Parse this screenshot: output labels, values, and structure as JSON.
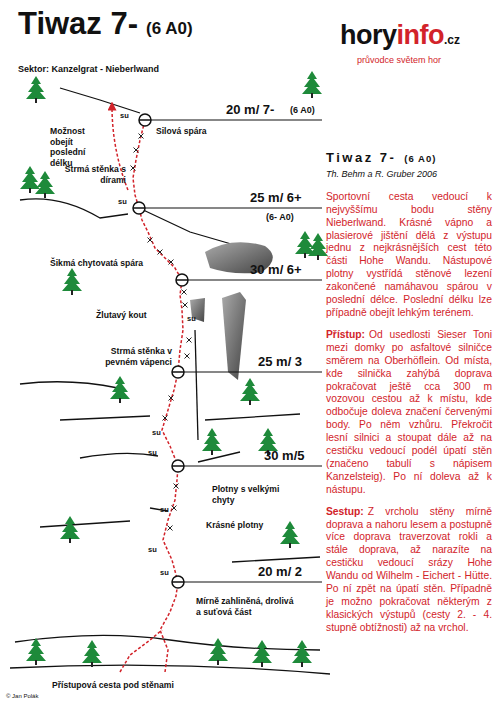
{
  "diagram": {
    "title": "Tiwaz 7-",
    "labels": [
      "(6 A0)",
      "Sektor: Kanzelgrat - Nieberlwand",
      "hory",
      "info",
      ".cz",
      "průvodce světem hor",
      "20 m/ 7-",
      "(6 A0)",
      "25 m/ 6+",
      "(6- A0)",
      "30 m/ 6+",
      "25 m/ 3",
      "30 m/5",
      "20 m/ 2",
      "Možnost obejít poslední délku",
      "Silová spára",
      "Strmá stěnka s dírami",
      "Šikmá chytovatá spára",
      "Žlutavý kout",
      "Strmá stěnka v pevném vápenci",
      "Plotny s velkými chyty",
      "Krásné plotny",
      "Mírně zahliněná, drolivá a suťová část",
      "Přístupová cesta pod stěnami",
      "© Jan Polák",
      "Tiwaz 7-",
      "(6 A0)",
      "Th. Behm a R. Gruber 2006",
      "Sportovní cesta vedoucí k nejvyššímu bodu stěny Nieberlwand. Krásné vápno a plasierové jištění dělá z výstupu jednu z nejkrásnějších cest této části Hohe Wandu. Nástupové plotny vystřídá stěnové lezení zakončené namáhavou spárou v poslední délce. Poslední délku lze případně obejít lehkým terénem.",
      "Přístup:",
      "Od usedlosti Sieser Toni mezi domky po asfaltové silničce směrem na Oberhöflein. Od místa, kde silnička zahýbá doprava pokračovat ještě cca 300 m vozovou cestou až k místu, kde odbočuje doleva značení červenými body. Po něm vzhůru. Překročit lesní silnici a stoupat dále až na cestičku vedoucí podél úpatí stěn (značeno tabulí s nápisem Kanzelsteig). Po ní doleva až k nástupu.",
      "Sestup:",
      "Z vrcholu stěny mírně doprava a nahoru lesem a postupně více doprava traverzovat rokli a stále doprava, až narazíte na cestičku vedoucí srázy Hohe Wandu od Wilhelm - Eichert - Hütte. Po ní zpět na úpatí stěn. Případně je možno pokračovat některým z klasických výstupů (cesty 2. - 4. stupně obtížnosti) až na vrchol.",
      "su",
      "su",
      "su",
      "su",
      "su",
      "su",
      "su",
      "su"
    ]
  }
}
